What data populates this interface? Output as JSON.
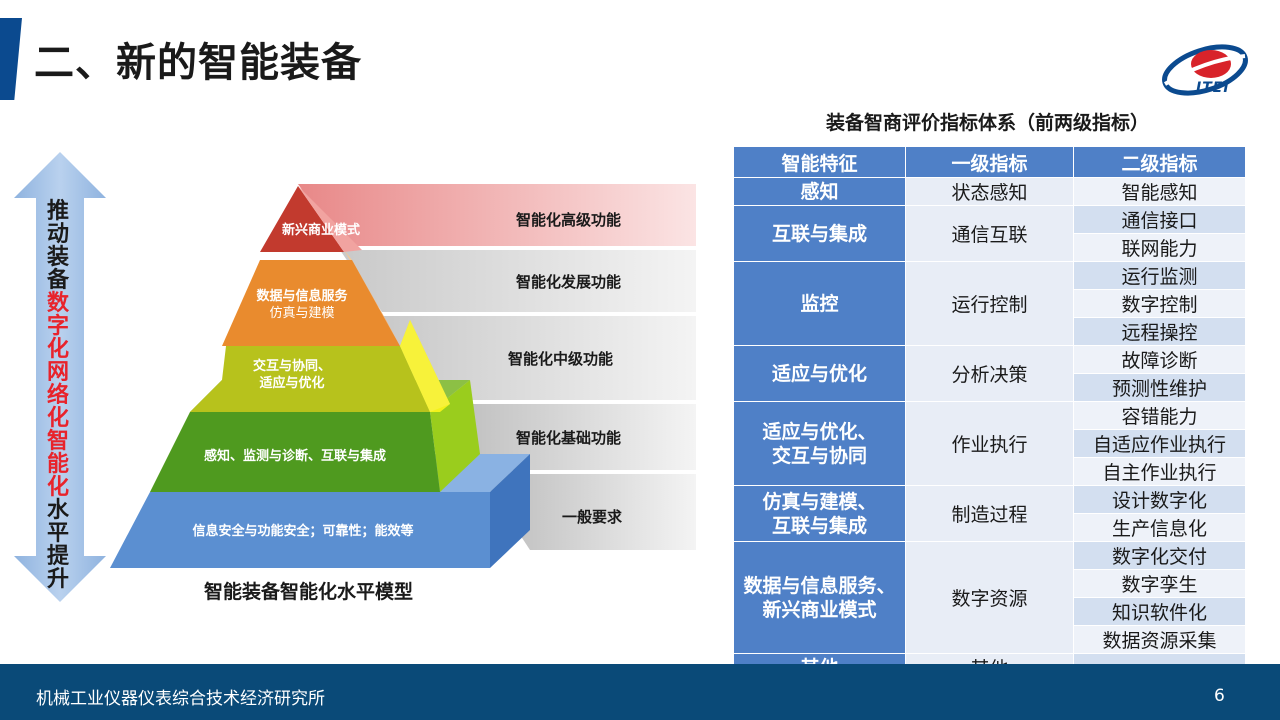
{
  "slide": {
    "title": "二、新的智能装备",
    "logo_text": "ITEI",
    "page_number": "6",
    "footer_org": "机械工业仪器仪表综合技术经济研究所"
  },
  "arrow": {
    "text_part1": "推动装备",
    "text_part2": "数字化网络化智能化",
    "text_part3": "水平提升"
  },
  "pyramid": {
    "caption": "智能装备智能化水平模型",
    "levels": [
      {
        "inner": "新兴商业模式",
        "inner_sub": "",
        "band": "智能化高级功能"
      },
      {
        "inner": "数据与信息服务",
        "inner_sub": "仿真与建模",
        "band": "智能化发展功能"
      },
      {
        "inner": "交互与协同、",
        "inner_sub": "适应与优化",
        "band": "智能化中级功能"
      },
      {
        "inner": "感知、监测与诊断、互联与集成",
        "inner_sub": "",
        "band": "智能化基础功能"
      },
      {
        "inner": "信息安全与功能安全；可靠性；能效等",
        "inner_sub": "",
        "band": "一般要求"
      }
    ],
    "colors": [
      "#c23a2e",
      "#e98b2e",
      "#b7c21c",
      "#4f9a1f",
      "#5b8fd1"
    ]
  },
  "table": {
    "title": "装备智商评价指标体系（前两级指标）",
    "headers": [
      "智能特征",
      "一级指标",
      "二级指标"
    ],
    "rows": [
      {
        "feature": "感知",
        "level1": "状态感知",
        "level2": [
          "智能感知"
        ]
      },
      {
        "feature": "互联与集成",
        "level1": "通信互联",
        "level2": [
          "通信接口",
          "联网能力"
        ]
      },
      {
        "feature": "监控",
        "level1": "运行控制",
        "level2": [
          "运行监测",
          "数字控制",
          "远程操控"
        ]
      },
      {
        "feature": "适应与优化",
        "level1": "分析决策",
        "level2": [
          "故障诊断",
          "预测性维护"
        ]
      },
      {
        "feature": "适应与优化、\n交互与协同",
        "level1": "作业执行",
        "level2": [
          "容错能力",
          "自适应作业执行",
          "自主作业执行"
        ]
      },
      {
        "feature": "仿真与建模、\n互联与集成",
        "level1": "制造过程",
        "level2": [
          "设计数字化",
          "生产信息化"
        ]
      },
      {
        "feature": "数据与信息服务、\n新兴商业模式",
        "level1": "数字资源",
        "level2": [
          "数字化交付",
          "数字孪生",
          "知识软件化",
          "数据资源采集"
        ]
      },
      {
        "feature": "其他",
        "level1": "其他",
        "level2": [
          "……"
        ]
      }
    ]
  }
}
